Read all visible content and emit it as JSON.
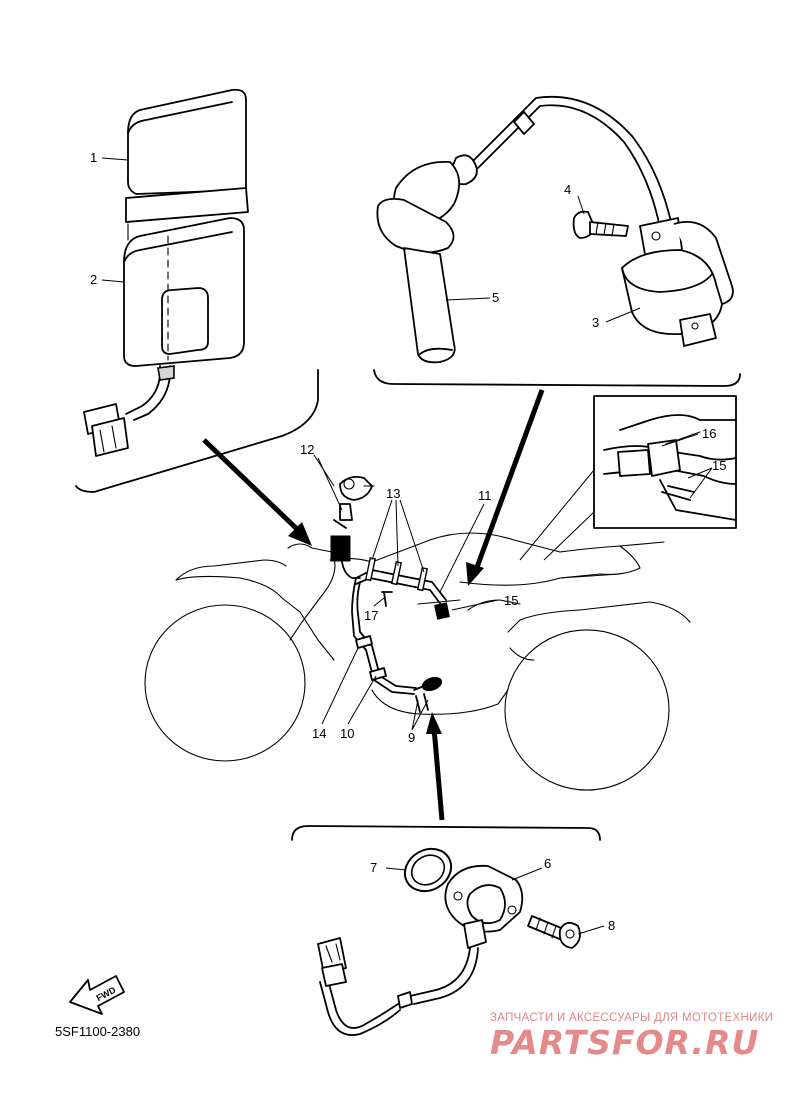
{
  "callouts": {
    "c1": "1",
    "c2": "2",
    "c3": "3",
    "c4": "4",
    "c5": "5",
    "c6": "6",
    "c7": "7",
    "c8": "8",
    "c9": "9",
    "c10": "10",
    "c11": "11",
    "c12": "12",
    "c13": "13",
    "c14": "14",
    "c15a": "15",
    "c15b": "15",
    "c16": "16",
    "c17": "17"
  },
  "fwd_label": "FWD",
  "diagram_code": "5SF1100-2380",
  "watermark": {
    "tagline": "ЗАПЧАСТИ И АКСЕССУАРЫ ДЛЯ МОТОТЕХНИКИ",
    "brand": "PARTSFOR.RU"
  }
}
